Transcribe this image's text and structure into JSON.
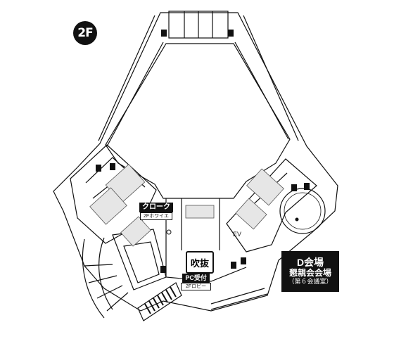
{
  "floor": {
    "label": "2F"
  },
  "rooms": {
    "cloak": {
      "label": "クローク",
      "sub": "2Fホワイエ"
    },
    "fukinuke": {
      "label": "吹抜"
    },
    "pc": {
      "label": "PC受付",
      "sub": "2Fロビー"
    },
    "d_hall": {
      "line1": "D会場",
      "line2": "懇親会会場",
      "line3": "（第６会議室）"
    },
    "ev": {
      "label": "EV"
    }
  },
  "icons": [
    "restroom-icon",
    "stairs-icon",
    "escalator-icon",
    "elevator-icon"
  ],
  "colors": {
    "wall": "#111111",
    "floor_shade": "#e6e6e6",
    "label_bg": "#111111"
  }
}
